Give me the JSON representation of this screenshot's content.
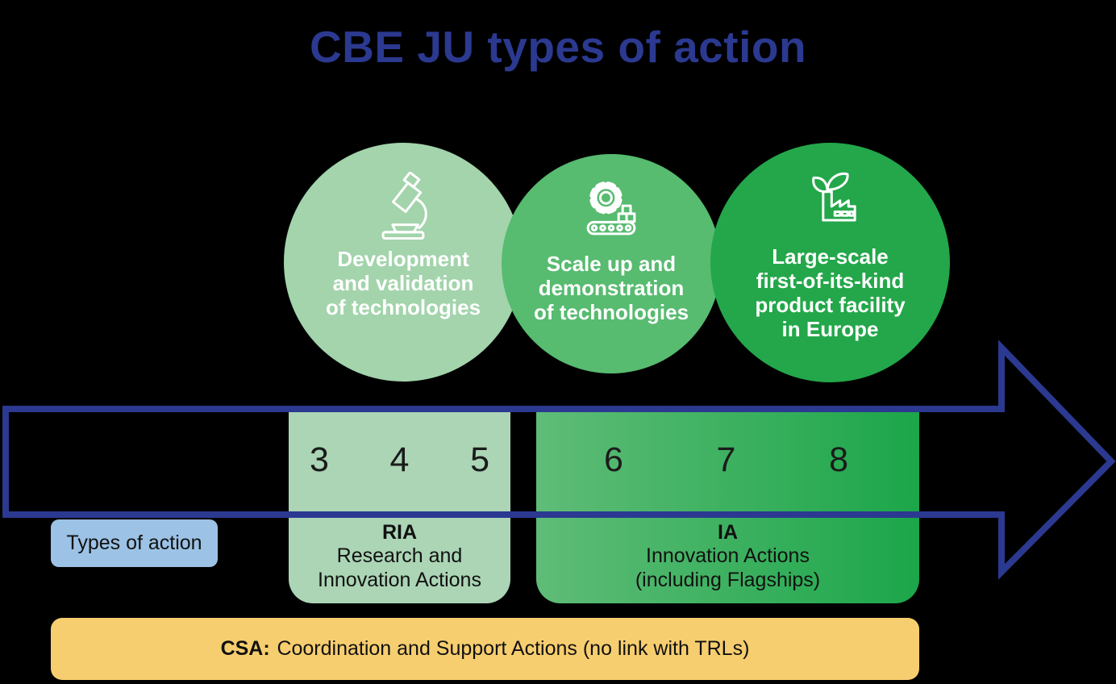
{
  "title": {
    "text": "CBE JU types of action",
    "color": "#2B3990"
  },
  "circles": [
    {
      "icon": "microscope-icon",
      "color": "#A3D4AC",
      "lines": [
        "Development",
        "and validation",
        "of technologies"
      ]
    },
    {
      "icon": "gear-conveyor-icon",
      "color": "#57BB70",
      "lines": [
        "Scale up and",
        "demonstration",
        "of technologies"
      ]
    },
    {
      "icon": "eco-factory-icon",
      "color": "#23A74A",
      "lines": [
        "Large-scale",
        "first-of-its-kind",
        "product facility",
        "in Europe"
      ]
    }
  ],
  "arrow": {
    "outline_color": "#2B3990"
  },
  "trl_blocks": [
    {
      "abbr": "RIA",
      "numbers": [
        "3",
        "4",
        "5"
      ],
      "label_lines": [
        "Research and",
        "Innovation Actions"
      ],
      "bg": "#ABD5B5"
    },
    {
      "abbr": "IA",
      "numbers": [
        "6",
        "7",
        "8"
      ],
      "label_lines": [
        "Innovation Actions",
        "(including Flagships)"
      ],
      "bg_gradient_from": "#5FBC77",
      "bg_gradient_to": "#1CA64A"
    }
  ],
  "types_of_action": {
    "label": "Types of action",
    "bg": "#9CC2E5"
  },
  "csa": {
    "abbr": "CSA:",
    "text": "Coordination and Support Actions (no link with TRLs)",
    "bg": "#F7CE6F"
  }
}
